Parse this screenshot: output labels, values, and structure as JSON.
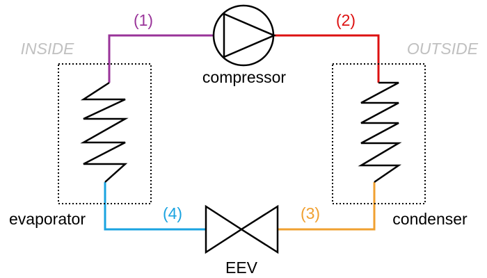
{
  "regions": {
    "inside": "INSIDE",
    "outside": "OUTSIDE"
  },
  "components": {
    "compressor": "compressor",
    "condenser": "condenser",
    "evaporator": "evaporator",
    "eev": "EEV"
  },
  "states": [
    {
      "label": "(1)",
      "color": "#993399"
    },
    {
      "label": "(2)",
      "color": "#dd1111"
    },
    {
      "label": "(3)",
      "color": "#f0a030"
    },
    {
      "label": "(4)",
      "color": "#1aa3e0"
    }
  ],
  "colors": {
    "region_label": "#c0c0c0",
    "component": "#000000"
  }
}
